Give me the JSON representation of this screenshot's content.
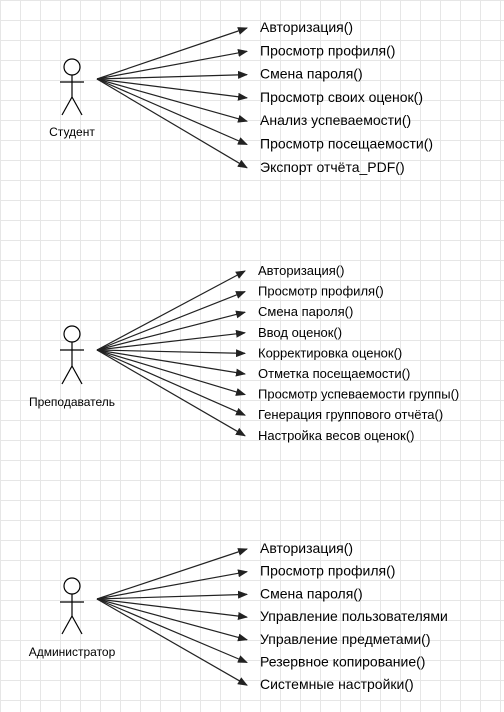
{
  "groups": [
    {
      "actor": "Студент",
      "functions": [
        "Авторизация()",
        "Просмотр профиля()",
        "Смена пароля()",
        "Просмотр своих оценок()",
        "Анализ успеваемости()",
        "Просмотр посещаемости()",
        "Экспорт отчёта_PDF()"
      ]
    },
    {
      "actor": "Преподаватель",
      "functions": [
        "Авторизация()",
        "Просмотр профиля()",
        "Смена пароля()",
        "Ввод оценок()",
        "Корректировка оценок()",
        "Отметка посещаемости()",
        "Просмотр успеваемости группы()",
        "Генерация группового отчёта()",
        "Настройка весов оценок()"
      ]
    },
    {
      "actor": "Администратор",
      "functions": [
        "Авторизация()",
        "Просмотр профиля()",
        "Смена пароля()",
        "Управление пользователями",
        "Управление предметами()",
        "Резервное копирование()",
        "Системные настройки()"
      ]
    }
  ]
}
